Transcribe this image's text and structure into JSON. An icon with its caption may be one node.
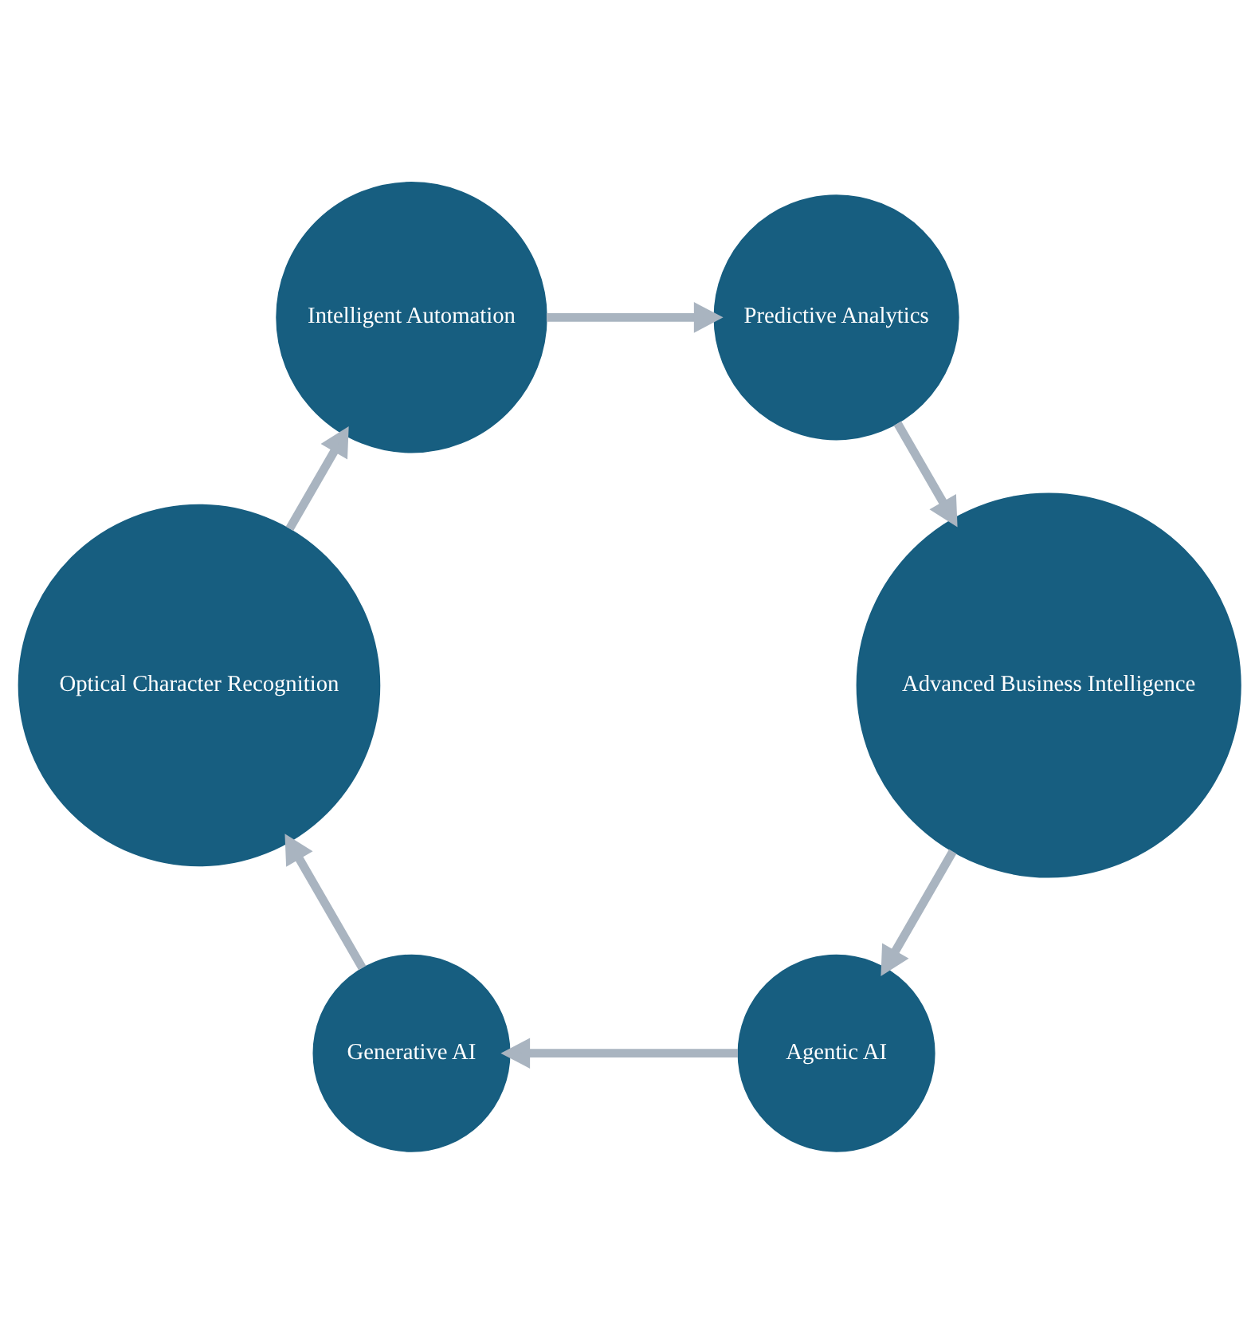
{
  "diagram": {
    "nodes": [
      {
        "text": [
          "Agentic AI"
        ]
      },
      {
        "text": [
          "Generative AI"
        ]
      },
      {
        "text": [
          "Optical Character Recognition"
        ]
      },
      {
        "text": [
          "Intelligent Automation"
        ]
      },
      {
        "text": [
          "Predictive Analytics"
        ]
      },
      {
        "text": [
          "Advanced Business Intelligence"
        ]
      }
    ],
    "edges": [
      {
        "from": 0,
        "to": 1,
        "arrow": "to"
      },
      {
        "from": 1,
        "to": 2,
        "arrow": "to"
      },
      {
        "from": 2,
        "to": 3,
        "arrow": "to"
      },
      {
        "from": 3,
        "to": 4,
        "arrow": "to"
      },
      {
        "from": 4,
        "to": 5,
        "arrow": "to"
      },
      {
        "from": 5,
        "to": 0,
        "arrow": "to"
      }
    ]
  }
}
